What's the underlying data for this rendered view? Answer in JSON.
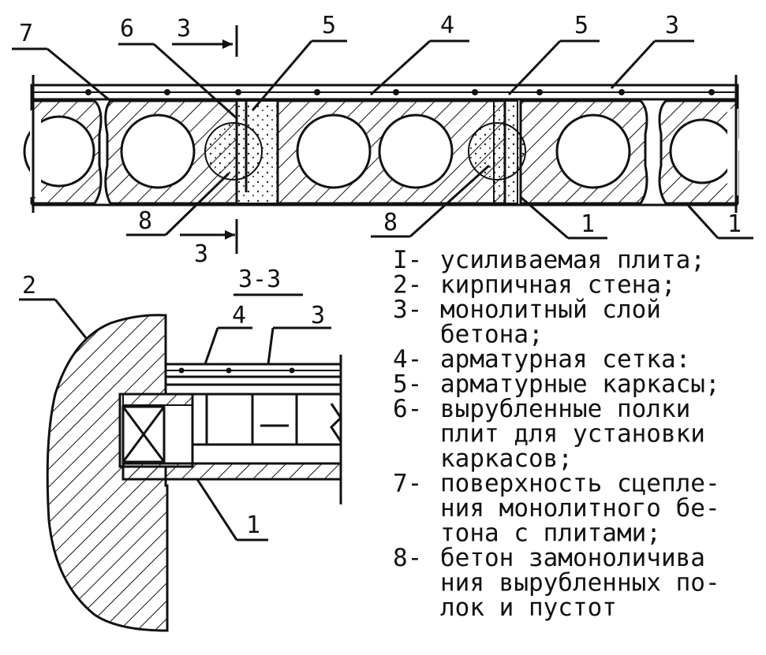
{
  "callouts": {
    "top_7": "7",
    "top_6": "6",
    "top_section_3": "3",
    "top_5a": "5",
    "top_4": "4",
    "top_5b": "5",
    "top_3": "3",
    "bottom_8a": "8",
    "bottom_section_3": "3",
    "bottom_8b": "8",
    "bottom_1a": "1",
    "bottom_1b": "1",
    "section_title": "3-3",
    "section_2": "2",
    "section_4": "4",
    "section_3": "3",
    "section_1": "1"
  },
  "legend": [
    {
      "num": "I-",
      "lines": [
        "усиливаемая плита;"
      ]
    },
    {
      "num": "2-",
      "lines": [
        "кирпичная стена;"
      ]
    },
    {
      "num": "3-",
      "lines": [
        "монолитный слой",
        "бетона;"
      ]
    },
    {
      "num": "4-",
      "lines": [
        "арматурная сетка:"
      ]
    },
    {
      "num": "5-",
      "lines": [
        "арматурные каркасы;"
      ]
    },
    {
      "num": "6-",
      "lines": [
        "вырубленные полки",
        "плит для установки",
        "каркасов;"
      ]
    },
    {
      "num": "7-",
      "lines": [
        "поверхность сцепле-",
        "ния монолитного бе-",
        "тона с плитами;"
      ]
    },
    {
      "num": "8-",
      "lines": [
        "бетон замоноличива",
        "ния вырубленных по-",
        "лок и пустот"
      ]
    }
  ]
}
